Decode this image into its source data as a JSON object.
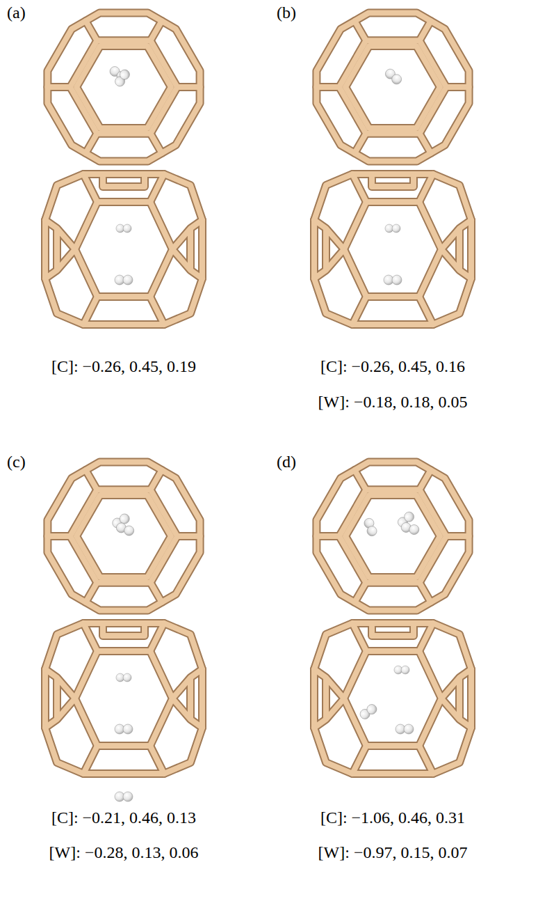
{
  "diagram": {
    "labels": [
      "(a)",
      "(b)",
      "[C]: −0.26, 0.45, 0.19",
      "[C]: −0.26, 0.45, 0.16",
      "[W]: −0.18, 0.18, 0.05",
      "(c)",
      "(d)",
      "[C]: −0.21, 0.46, 0.13",
      "[W]: −0.28, 0.13, 0.06",
      "[C]: −1.06, 0.46, 0.31",
      "[W]: −0.97, 0.15, 0.07"
    ]
  }
}
